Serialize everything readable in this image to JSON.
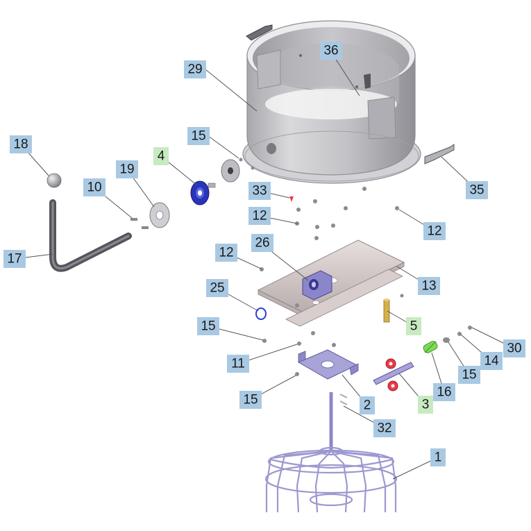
{
  "colors": {
    "callout_blue": "#a9c9e3",
    "callout_green": "#c8eac0",
    "metal": "#c3c3c6",
    "metal_dark": "#8d8d92",
    "frame_purple": "#9c98d0",
    "plate_purple": "#a8a4d8",
    "blue_part": "#2a34b8",
    "spring_green": "#7ed957",
    "pin_gold": "#d4b24a",
    "cap_red": "#e83a4a"
  },
  "callouts": [
    {
      "id": "c29",
      "label": "29",
      "variant": "blue"
    },
    {
      "id": "c36",
      "label": "36",
      "variant": "blue"
    },
    {
      "id": "c18",
      "label": "18",
      "variant": "blue"
    },
    {
      "id": "c15a",
      "label": "15",
      "variant": "blue"
    },
    {
      "id": "c4",
      "label": "4",
      "variant": "green"
    },
    {
      "id": "c19",
      "label": "19",
      "variant": "blue"
    },
    {
      "id": "c10",
      "label": "10",
      "variant": "blue"
    },
    {
      "id": "c33",
      "label": "33",
      "variant": "blue"
    },
    {
      "id": "c35",
      "label": "35",
      "variant": "blue"
    },
    {
      "id": "c12a",
      "label": "12",
      "variant": "blue"
    },
    {
      "id": "c12b",
      "label": "12",
      "variant": "blue"
    },
    {
      "id": "c17",
      "label": "17",
      "variant": "blue"
    },
    {
      "id": "c12c",
      "label": "12",
      "variant": "blue"
    },
    {
      "id": "c26",
      "label": "26",
      "variant": "blue"
    },
    {
      "id": "c13",
      "label": "13",
      "variant": "blue"
    },
    {
      "id": "c25",
      "label": "25",
      "variant": "blue"
    },
    {
      "id": "c5",
      "label": "5",
      "variant": "green"
    },
    {
      "id": "c15b",
      "label": "15",
      "variant": "blue"
    },
    {
      "id": "c30",
      "label": "30",
      "variant": "blue"
    },
    {
      "id": "c14",
      "label": "14",
      "variant": "blue"
    },
    {
      "id": "c11",
      "label": "11",
      "variant": "blue"
    },
    {
      "id": "c15c",
      "label": "15",
      "variant": "blue"
    },
    {
      "id": "c16",
      "label": "16",
      "variant": "blue"
    },
    {
      "id": "c15d",
      "label": "15",
      "variant": "blue"
    },
    {
      "id": "c2",
      "label": "2",
      "variant": "blue"
    },
    {
      "id": "c3",
      "label": "3",
      "variant": "green"
    },
    {
      "id": "c32",
      "label": "32",
      "variant": "blue"
    },
    {
      "id": "c1",
      "label": "1",
      "variant": "blue"
    }
  ]
}
